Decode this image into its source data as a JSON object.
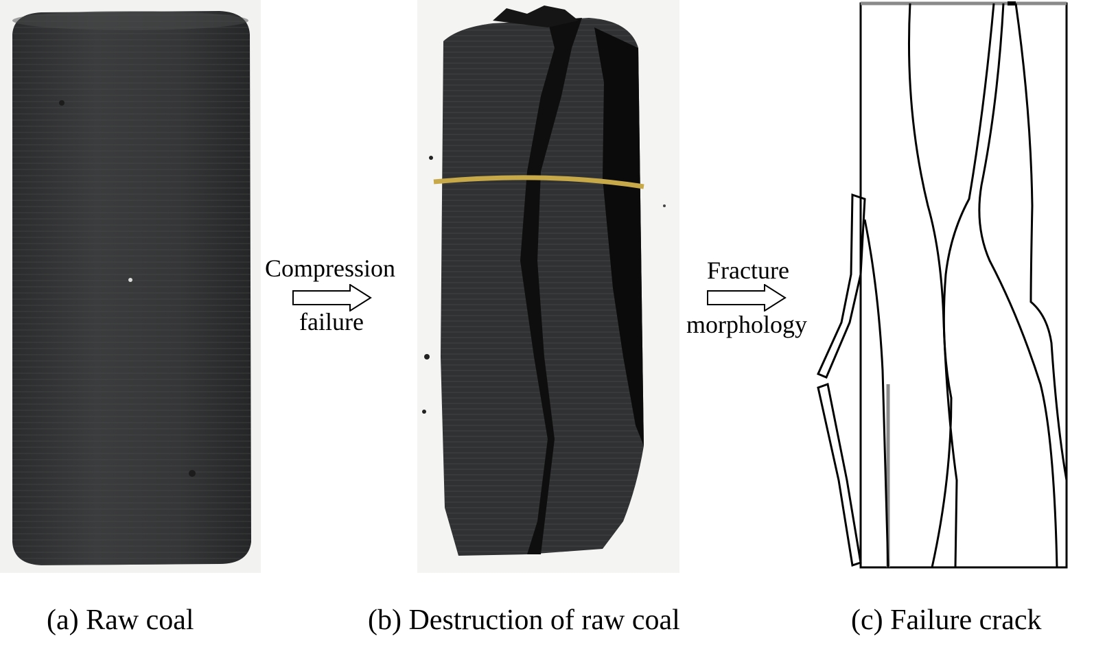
{
  "panels": [
    {
      "caption": "(a) Raw coal"
    },
    {
      "caption": "(b) Destruction of raw coal"
    },
    {
      "caption": "(c) Failure crack"
    }
  ],
  "arrows": [
    {
      "line1": "Compression",
      "line2": "failure"
    },
    {
      "line1": "Fracture",
      "line2": "morphology"
    }
  ],
  "colors": {
    "coal_dark": "#2a2b2c",
    "coal_mid": "#3a3b3c",
    "fracture_black": "#0b0b0c",
    "rubber_band": "#c8a94a",
    "crack_line": "#000000",
    "crack_gray": "#8a8a8a"
  }
}
